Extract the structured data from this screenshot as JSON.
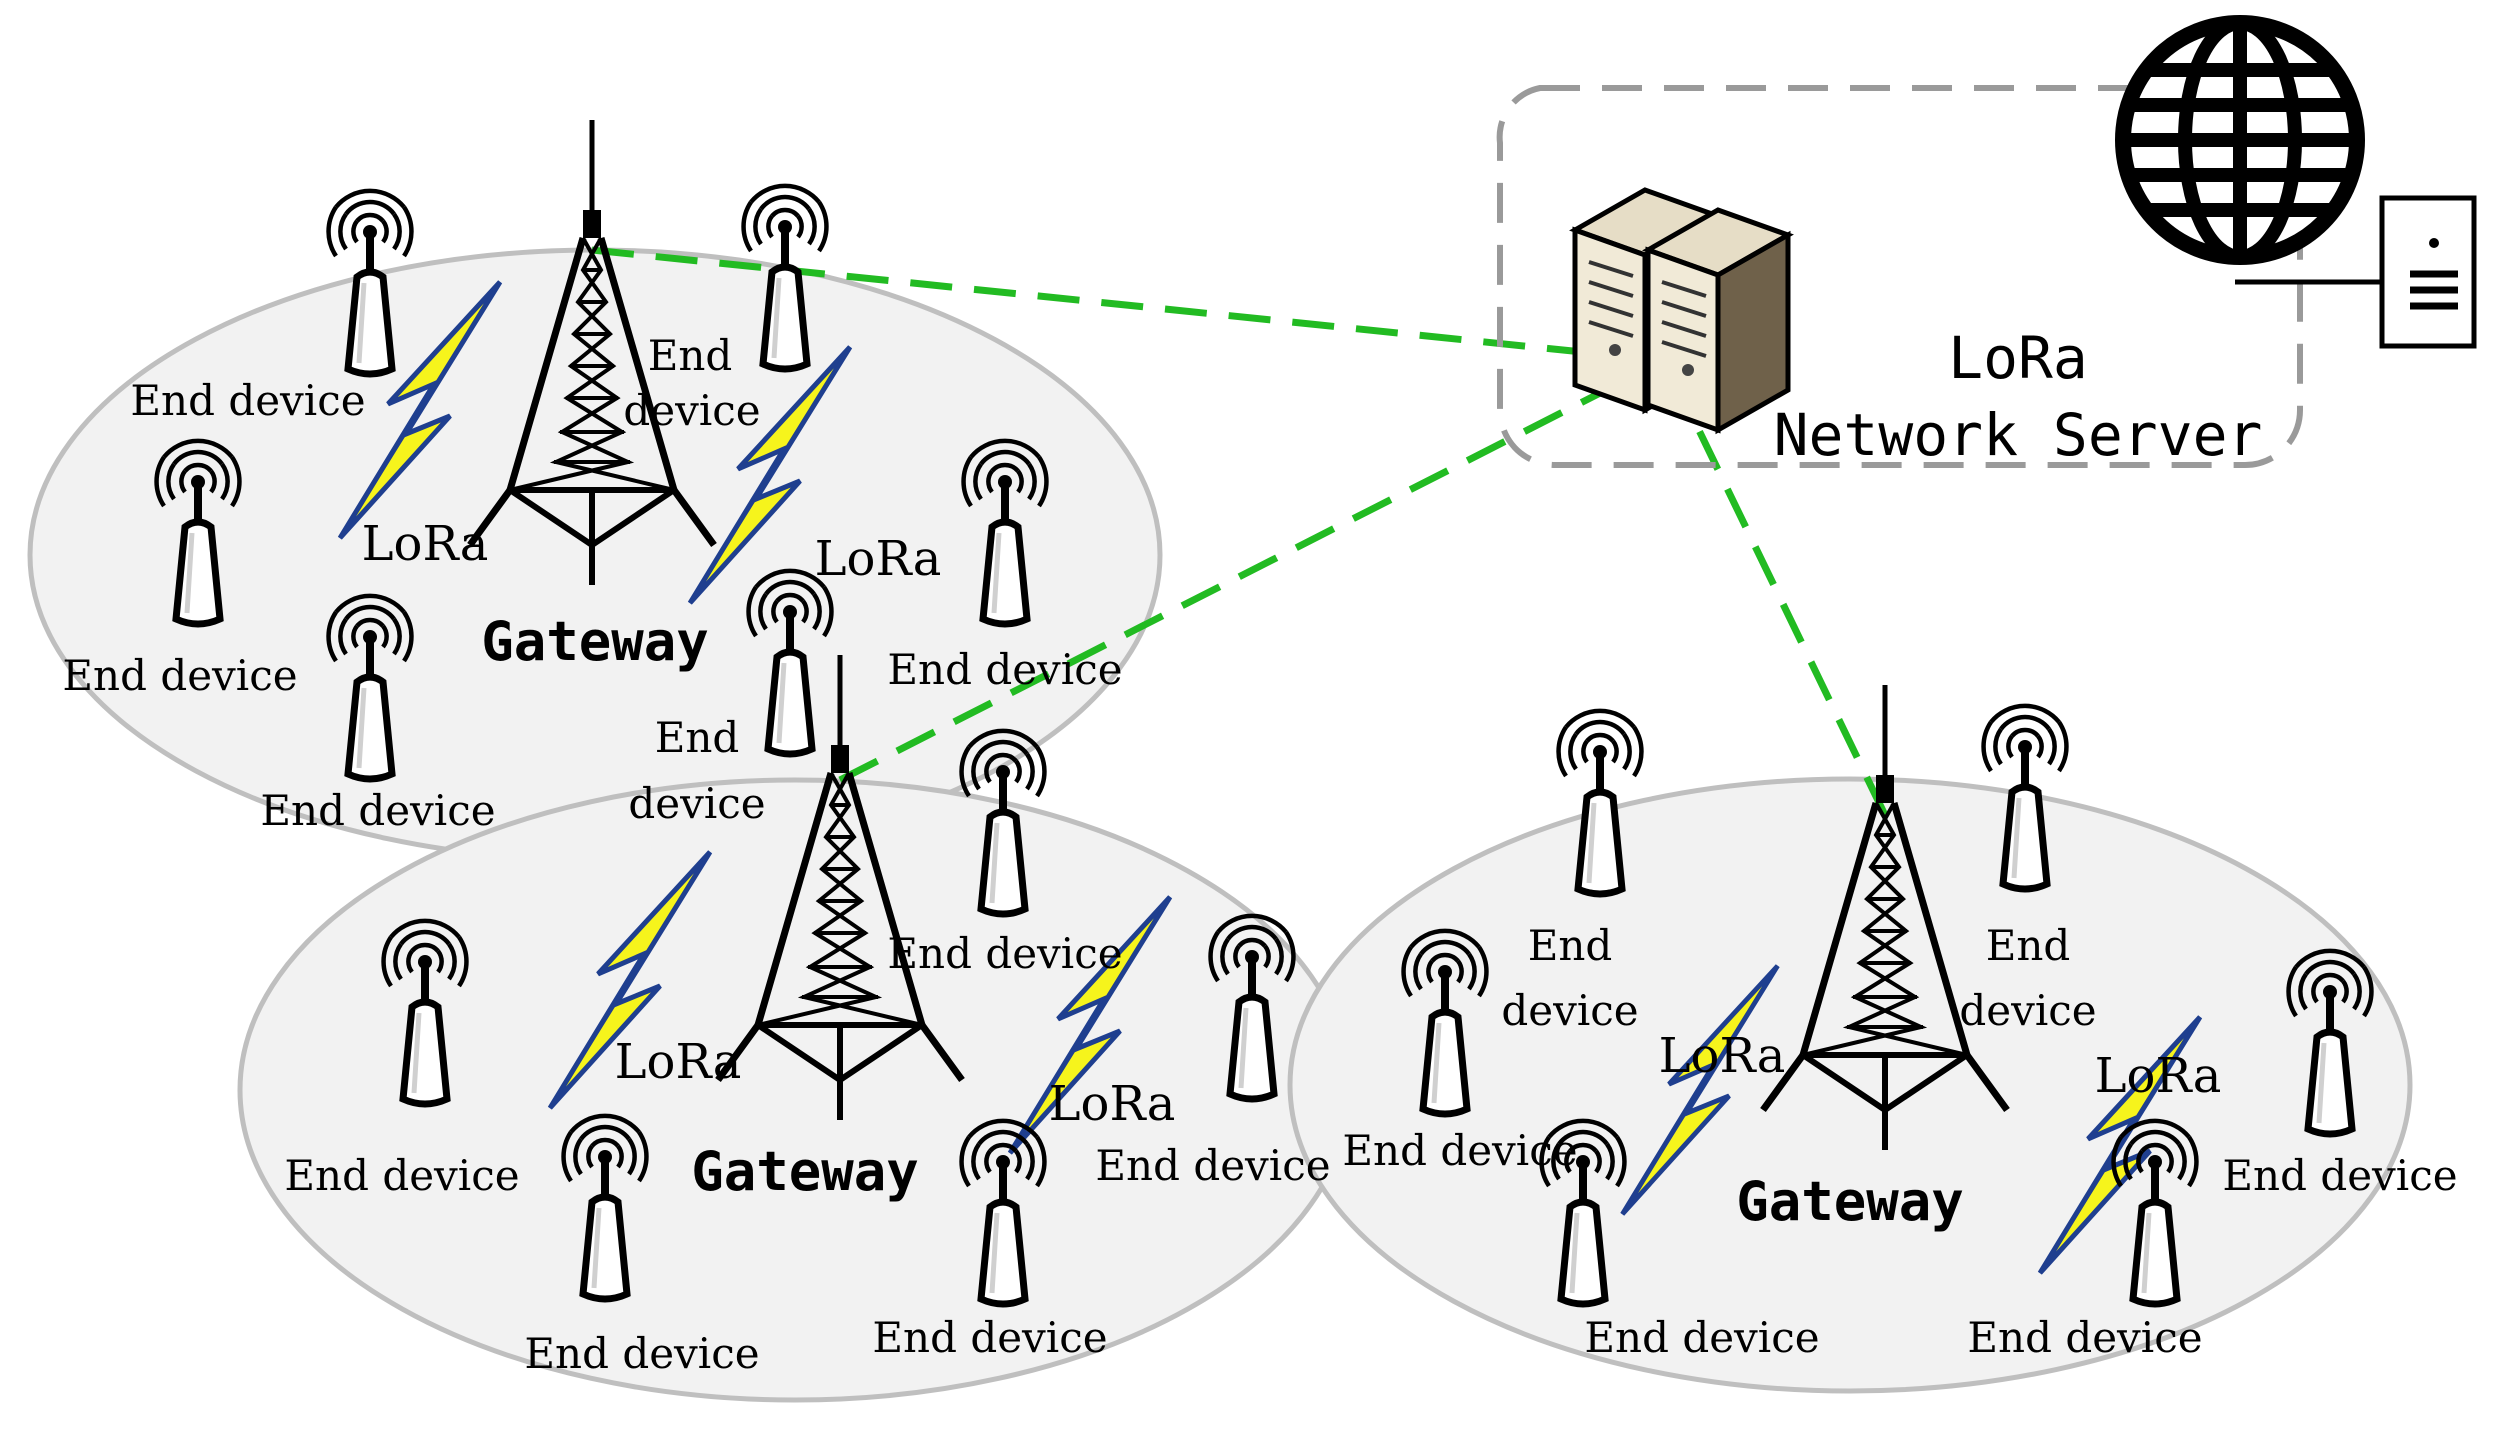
{
  "colors": {
    "cell_fill": "#f2f2f2",
    "cell_stroke": "#bfbfbf",
    "link": "#22bb22",
    "bolt_fill": "#f6f41c",
    "bolt_stroke": "#1f3f8f",
    "server_box": "#9a9a9a",
    "server_body": "#e6ddc6"
  },
  "labels": {
    "end_device": "End device",
    "end": "End",
    "device": "device",
    "lora": "LoRa",
    "gateway": "Gateway",
    "server_line1": "LoRa",
    "server_line2": "Network Server"
  },
  "icons": {
    "end_device": "antenna-device-icon",
    "gateway": "lattice-tower-icon",
    "radio": "lightning-bolt-icon",
    "server": "server-pair-icon",
    "internet": "globe-icon",
    "computer": "desktop-tower-icon"
  }
}
